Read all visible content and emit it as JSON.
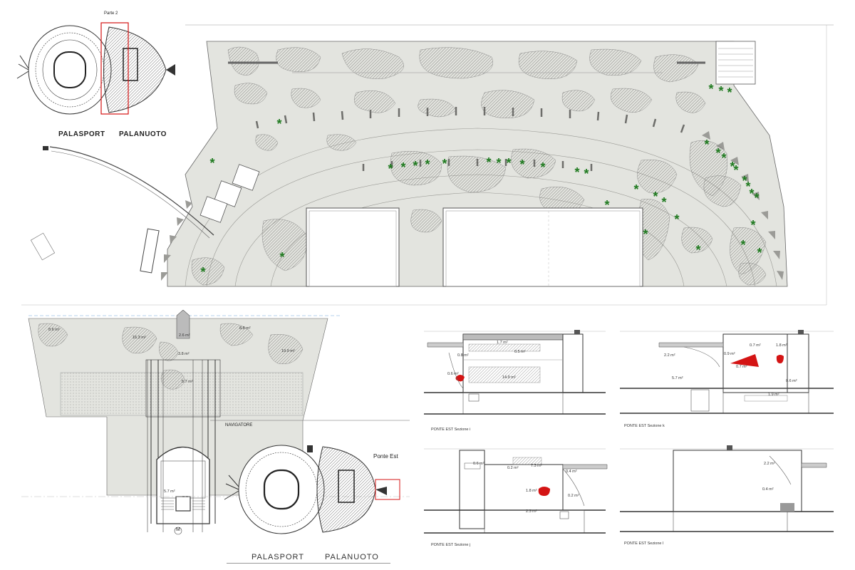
{
  "keymap_top": {
    "part_label": "Parte 2",
    "left_building": "PALASPORT",
    "right_building": "PALANUOTO"
  },
  "plan_bottom": {
    "navigatore_label": "NAVIGATORE",
    "area_labels": [
      "8.6 m²",
      "16.3 m²",
      "2.6 m²",
      "3.8 m²",
      "19.9 m²",
      "8.8 m²",
      "5.7 m²",
      "5.7 m²"
    ],
    "axis_label": "M"
  },
  "keymap_bottom": {
    "ponte_label": "Ponte Est",
    "left_building": "PALASPORT",
    "right_building": "PALANUOTO"
  },
  "sections": [
    {
      "caption": "PONTE EST Sezione i",
      "areas": [
        "1.7 m²",
        "0.8 m²",
        "0.5 m²",
        "14.9 m²",
        "0.6 m²"
      ]
    },
    {
      "caption": "PONTE EST Sezione k",
      "areas": [
        "2.2 m²",
        "0.9 m²",
        "0.7 m²",
        "1.8 m²",
        "0.7 m²",
        "0.6 m²",
        "1.9 m²",
        "5.7 m²"
      ]
    },
    {
      "caption": "PONTE EST Sezione j",
      "areas": [
        "0.6 m²",
        "0.2 m²",
        "7.3 m²",
        "0.4 m²",
        "1.8 m²",
        "2.3 m²",
        "0.2 m²"
      ]
    },
    {
      "caption": "PONTE EST Sezione l",
      "areas": [
        "2.2 m²",
        "0.4 m²"
      ]
    }
  ],
  "colors": {
    "plan_fill": "#e3e4df",
    "hatch": "#8a8a86",
    "marker": "#1f7a1f",
    "highlight": "#d41414",
    "line": "#555555"
  }
}
